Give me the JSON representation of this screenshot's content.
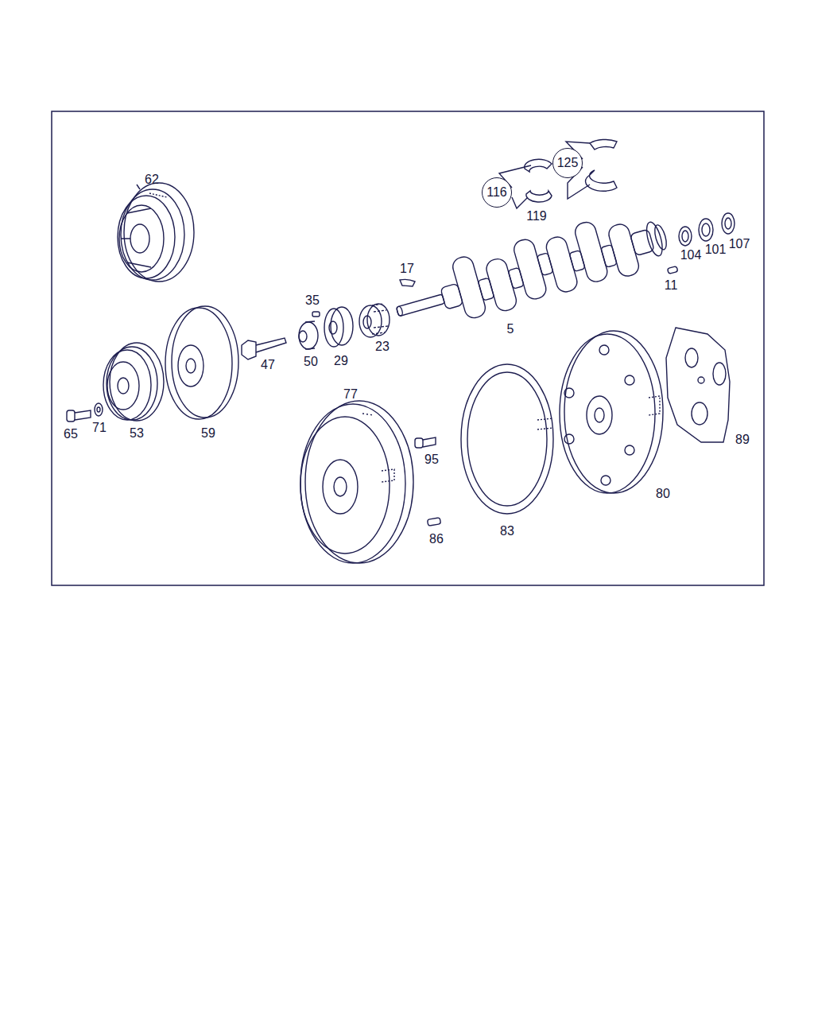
{
  "diagram": {
    "nodes": [
      {
        "text": [
          "125"
        ]
      },
      {
        "text": [
          "116"
        ]
      }
    ],
    "labels": [
      "62",
      "119",
      "107",
      "101",
      "104",
      "17",
      "11",
      "35",
      "5",
      "23",
      "29",
      "50",
      "47",
      "77",
      "71",
      "65",
      "53",
      "59",
      "89",
      "95",
      "80",
      "83",
      "86"
    ]
  }
}
